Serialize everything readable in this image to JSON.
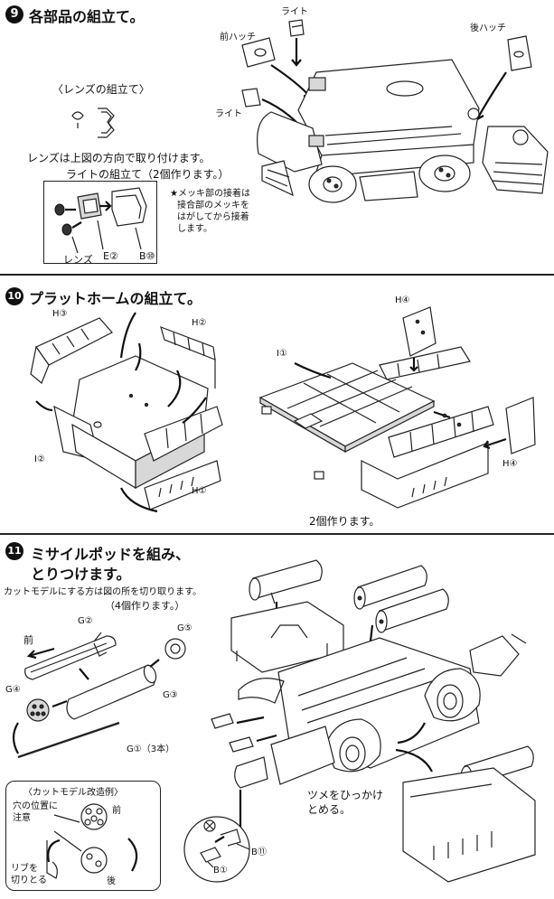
{
  "s9": {
    "num": "9",
    "title": "各部品の組立て。",
    "lens_caption": "〈レンズの組立て〉",
    "lens_note": "レンズは上図の方向で取り付けます。",
    "light_note": "ライトの組立て（2個作ります。）",
    "lbl_lens": "レンズ",
    "lbl_e2": "E②",
    "lbl_b10": "B⑩",
    "mekki_note": [
      "★メッキ部の接着は",
      "接合部のメッキを",
      "はがしてから接着",
      "します。"
    ],
    "lbl_light_top": "ライト",
    "lbl_front_hatch": "前ハッチ",
    "lbl_light_left": "ライト",
    "lbl_rear_hatch": "後ハッチ"
  },
  "s10": {
    "num": "10",
    "title": "プラットホームの組立て。",
    "lbl_h3": "H③",
    "lbl_h2": "H②",
    "lbl_i2": "I②",
    "lbl_h1": "H①",
    "lbl_h4_top": "H④",
    "lbl_i1": "I①",
    "lbl_h4_right": "H④",
    "make_two": "2個作ります。"
  },
  "s11": {
    "num": "11",
    "title_line1": "ミサイルポッドを組み、",
    "title_line2": "とりつけます。",
    "cut_note": "カットモデルにする方は図の所を切り取ります。",
    "make_four": "（4個作ります。）",
    "lbl_front": "前",
    "lbl_g2": "G②",
    "lbl_g5": "G⑤",
    "lbl_g4": "G④",
    "lbl_g3": "G③",
    "lbl_g1": "G①（3本）",
    "cut_example": "〈カットモデル改造例〉",
    "hole_note": [
      "穴の位置に",
      "注意"
    ],
    "lbl_front2": "前",
    "rib_note": [
      "リブを",
      "切りとる"
    ],
    "lbl_rear": "後",
    "tsume_note": [
      "ツメをひっかけ",
      "とめる。"
    ],
    "lbl_b1": "B①",
    "lbl_b11": "B⑪"
  }
}
